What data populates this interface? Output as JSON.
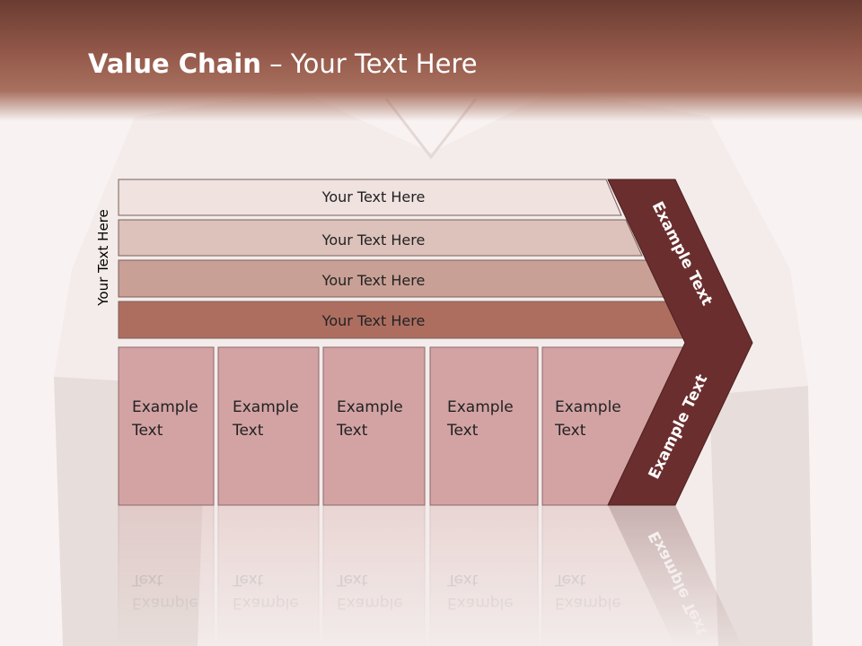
{
  "slide": {
    "title_bold": "Value Chain",
    "title_rest": " – Your Text Here",
    "side_label": "Your Text Here"
  },
  "bars": [
    {
      "label": "Your Text Here",
      "fill": "#efe2df"
    },
    {
      "label": "Your Text Here",
      "fill": "#dcc2bb"
    },
    {
      "label": "Your Text Here",
      "fill": "#c9a095"
    },
    {
      "label": "Your Text Here",
      "fill": "#ad6e60"
    }
  ],
  "columns": [
    {
      "line1": "Example",
      "line2": "Text"
    },
    {
      "line1": "Example",
      "line2": "Text"
    },
    {
      "line1": "Example",
      "line2": "Text"
    },
    {
      "line1": "Example",
      "line2": "Text"
    },
    {
      "line1": "Example",
      "line2": "Text"
    }
  ],
  "chevron": {
    "upper_label": "Example Text",
    "lower_label": "Example Text",
    "fill": "#6b2e2e"
  },
  "colors": {
    "column_fill": "#d3a3a4",
    "column_stroke": "#8c6a6a",
    "bar_stroke": "#7a5f5a"
  }
}
